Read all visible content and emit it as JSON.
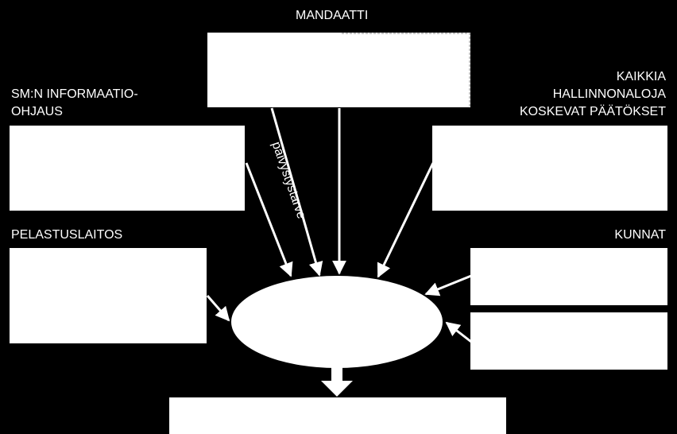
{
  "labels": {
    "mandaatti": "MANDAATTI",
    "sm_line1": "SM:N INFORMAATIO-",
    "sm_line2": "OHJAUS",
    "kaikkia_line1": "KAIKKIA",
    "kaikkia_line2": "HALLINNONALOJA",
    "kaikkia_line3": "KOSKEVAT PÄÄTÖKSET",
    "pelastuslaitos": "PELASTUSLAITOS",
    "kunnat": "KUNNAT",
    "paivystys": "päivystystarve"
  },
  "colors": {
    "background": "#000000",
    "foreground": "#ffffff"
  }
}
